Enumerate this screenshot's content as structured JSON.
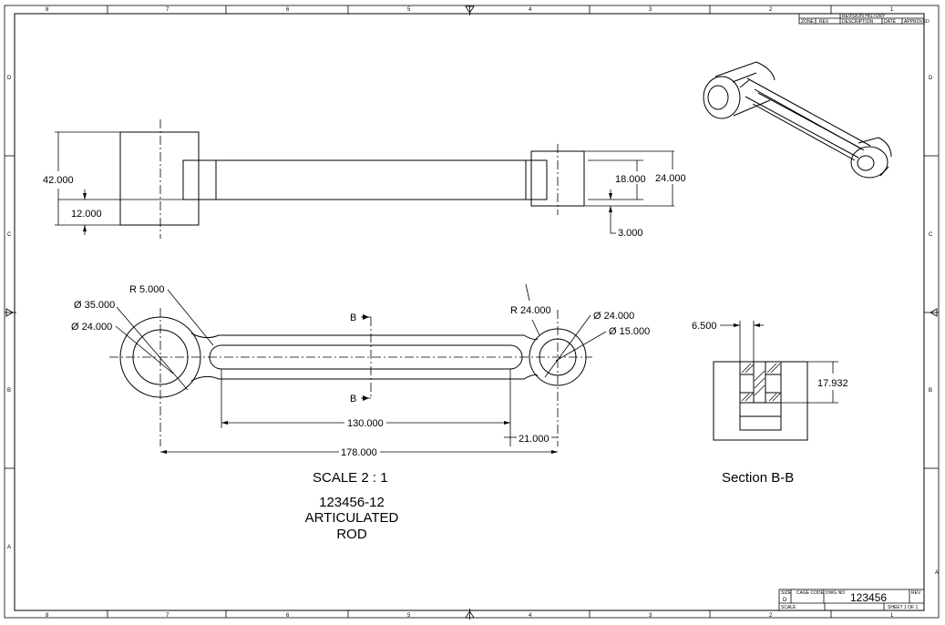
{
  "zones": {
    "columns": [
      "8",
      "7",
      "6",
      "5",
      "4",
      "3",
      "2",
      "1"
    ],
    "rows": [
      "D",
      "C",
      "B",
      "A"
    ]
  },
  "revision_block": {
    "title": "REVISION HISTORY",
    "zone": "ZONE",
    "rev": "REV",
    "description": "DESCRIPTION",
    "date": "DATE",
    "approved": "APPROVED"
  },
  "front_view": {
    "dim_height_total": "42.000",
    "dim_height_lower": "12.000",
    "dim_boss_inner": "18.000",
    "dim_boss_outer": "24.000",
    "dim_offset": "3.000"
  },
  "top_view": {
    "dim_radius_small": "R 5.000",
    "dim_dia_big_outer": "Ø 35.000",
    "dim_dia_big_inner": "Ø 24.000",
    "dim_radius_large": "R 24.000",
    "dim_dia_small_outer": "Ø 24.000",
    "dim_dia_small_inner": "Ø 15.000",
    "dim_slot_length": "130.000",
    "dim_end_length": "21.000",
    "dim_overall_length": "178.000",
    "section_marker_top": "B",
    "section_marker_bottom": "B"
  },
  "section_view": {
    "dim_width": "6.500",
    "dim_height": "17.932",
    "label": "Section B-B"
  },
  "notes": {
    "scale": "SCALE 2 : 1",
    "part_number": "123456-12",
    "part_name_line1": "ARTICULATED",
    "part_name_line2": "ROD"
  },
  "title_block": {
    "size_label": "SIZE",
    "size_value": "D",
    "cage_label": "CAGE CODE",
    "dwg_label": "DWG NO",
    "dwg_number": "123456",
    "rev_label": "REV",
    "scale_label": "SCALE",
    "sheet_label": "SHEET 1 OF 1"
  }
}
